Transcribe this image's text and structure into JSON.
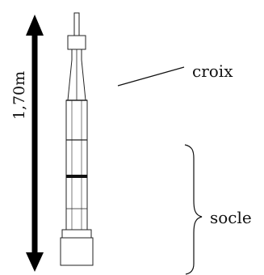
{
  "diagram": {
    "height_label": "1,70m",
    "labels": {
      "croix": "croix",
      "socle": "socle"
    }
  }
}
